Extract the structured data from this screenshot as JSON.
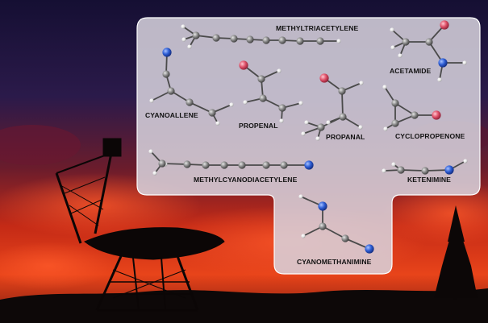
{
  "scene": {
    "background": "sunset-sky-with-radio-telescope",
    "panel_color": "#d9d4de"
  },
  "atom_colors": {
    "carbon": "#8a8a8a",
    "hydrogen": "#ffffff",
    "oxygen": "#e0526a",
    "nitrogen": "#2f5fd6"
  },
  "molecules": [
    {
      "id": "methyltriacetylene",
      "label": "METHYLTRIACETYLENE"
    },
    {
      "id": "acetamide",
      "label": "ACETAMIDE"
    },
    {
      "id": "cyanoallene",
      "label": "CYANOALLENE"
    },
    {
      "id": "propenal",
      "label": "PROPENAL"
    },
    {
      "id": "propanal",
      "label": "PROPANAL"
    },
    {
      "id": "cyclopropenone",
      "label": "CYCLOPROPENONE"
    },
    {
      "id": "methylcyanodiacetylene",
      "label": "METHYLCYANODIACETYLENE"
    },
    {
      "id": "ketenimine",
      "label": "KETENIMINE"
    },
    {
      "id": "cyanomethanimine",
      "label": "CYANOMETHANIMINE"
    }
  ]
}
